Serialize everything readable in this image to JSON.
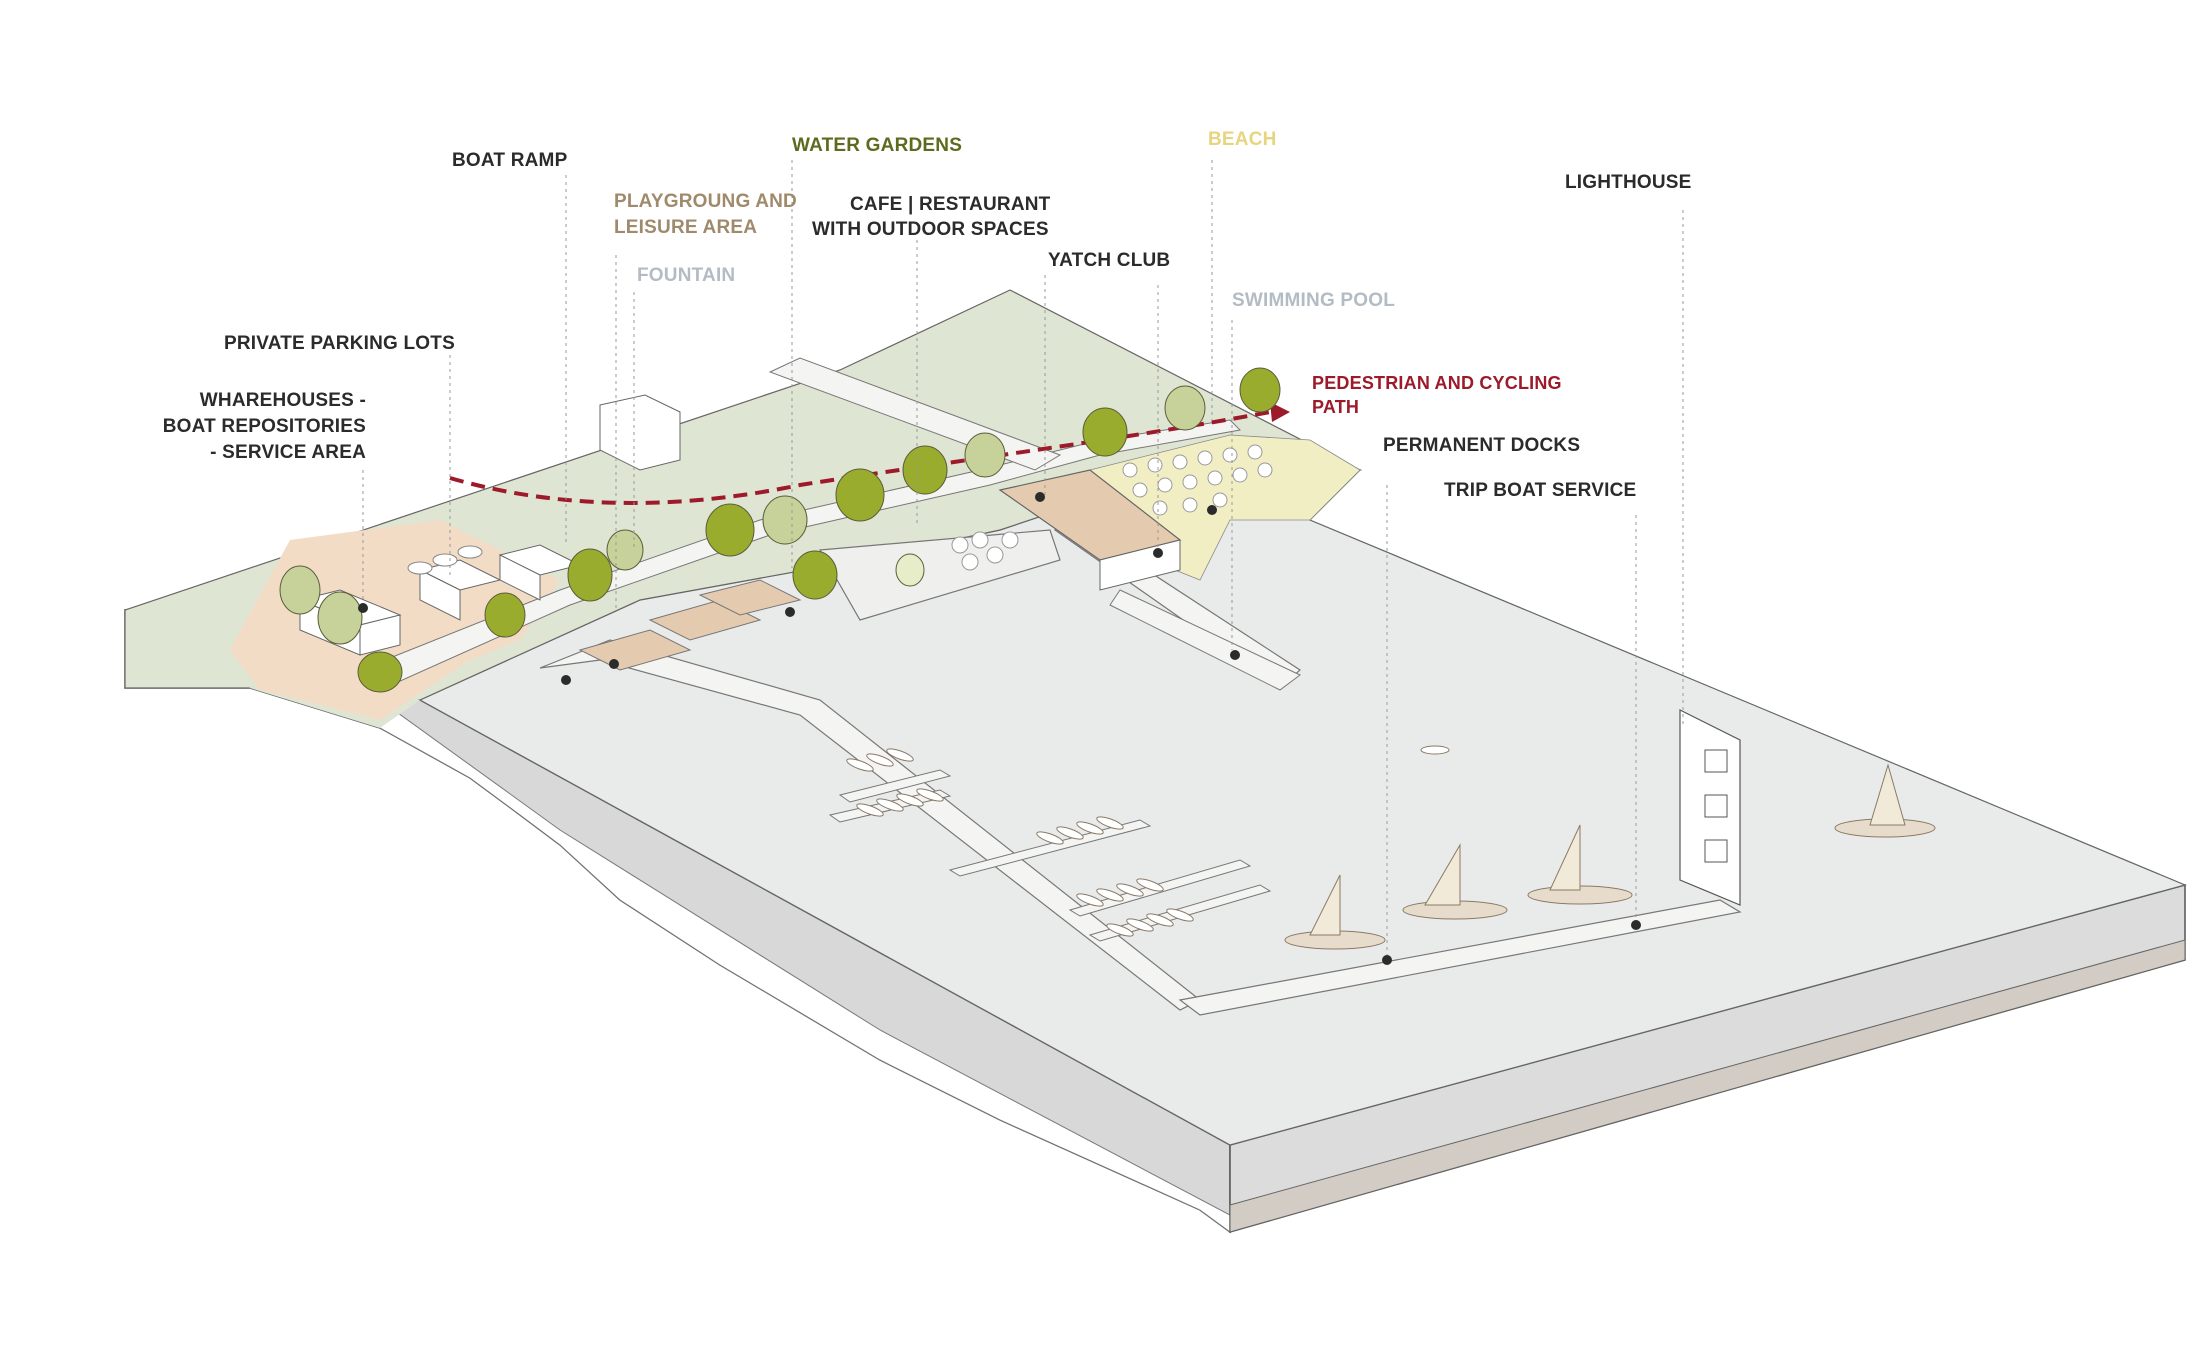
{
  "colors": {
    "label_dark": "#2b2b2b",
    "water_gardens": "#5c6b1e",
    "playground": "#a08a6c",
    "fountain": "#b3bcc4",
    "beach": "#e6d57e",
    "swimming_pool": "#b3bcc4",
    "path": "#9c1a2a",
    "water": "#e9ebea",
    "land_green": "#dfe5d3",
    "parking_area": "#f2dcc6",
    "beach_area": "#f2eec4",
    "tree": "#9aac2e",
    "tree_pale": "#c7d19a"
  },
  "labels": {
    "boat_ramp": "BOAT RAMP",
    "water_gardens": "WATER GARDENS",
    "beach": "BEACH",
    "playground_line1": "PLAYGROUNG AND",
    "playground_line2": "LEISURE AREA",
    "cafe_line1": "CAFE | RESTAURANT",
    "cafe_line2": "WITH OUTDOOR SPACES",
    "lighthouse": "LIGHTHOUSE",
    "fountain": "FOUNTAIN",
    "yacht_club": "YATCH CLUB",
    "swimming_pool": "SWIMMING POOL",
    "private_parking": "PRIVATE PARKING LOTS",
    "warehouses_line1": "WHAREHOUSES -",
    "warehouses_line2": "BOAT REPOSITORIES",
    "warehouses_line3": "- SERVICE AREA",
    "path_line1": "PEDESTRIAN AND CYCLING",
    "path_line2": "PATH",
    "permanent_docks": "PERMANENT DOCKS",
    "trip_boat": "TRIP BOAT SERVICE"
  }
}
